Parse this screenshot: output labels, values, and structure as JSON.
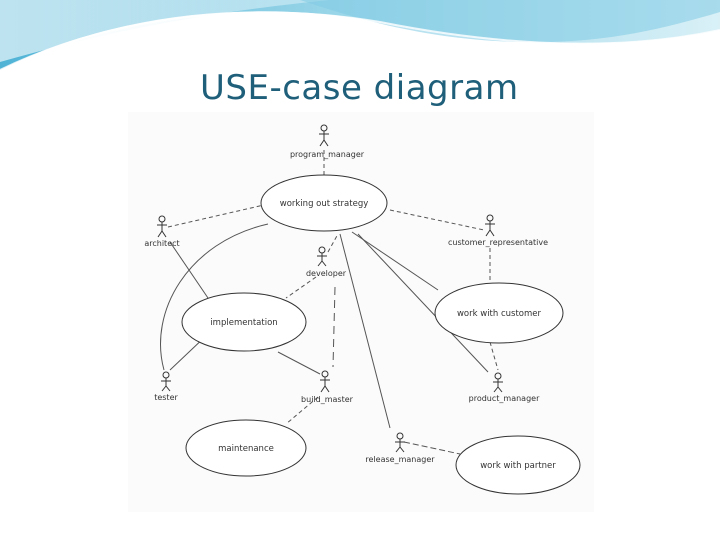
{
  "slide": {
    "title": "USE-case diagram"
  },
  "diagram": {
    "actors": {
      "program_manager": "program_manager",
      "architect": "architect",
      "customer_representative": "customer_representative",
      "developer": "developer",
      "tester": "tester",
      "build_master": "build_master",
      "product_manager": "product_manager",
      "release_manager": "release_manager"
    },
    "use_cases": {
      "working_out_strategy": "working out strategy",
      "implementation": "implementation",
      "work_with_customer": "work with customer",
      "maintenance": "maintenance",
      "work_with_partner": "work with partner"
    }
  },
  "theme": {
    "title_color": "#1f5f7a",
    "banner_light": "#bfe6f2",
    "banner_dark": "#3fa8cc",
    "line_color": "#555555"
  }
}
